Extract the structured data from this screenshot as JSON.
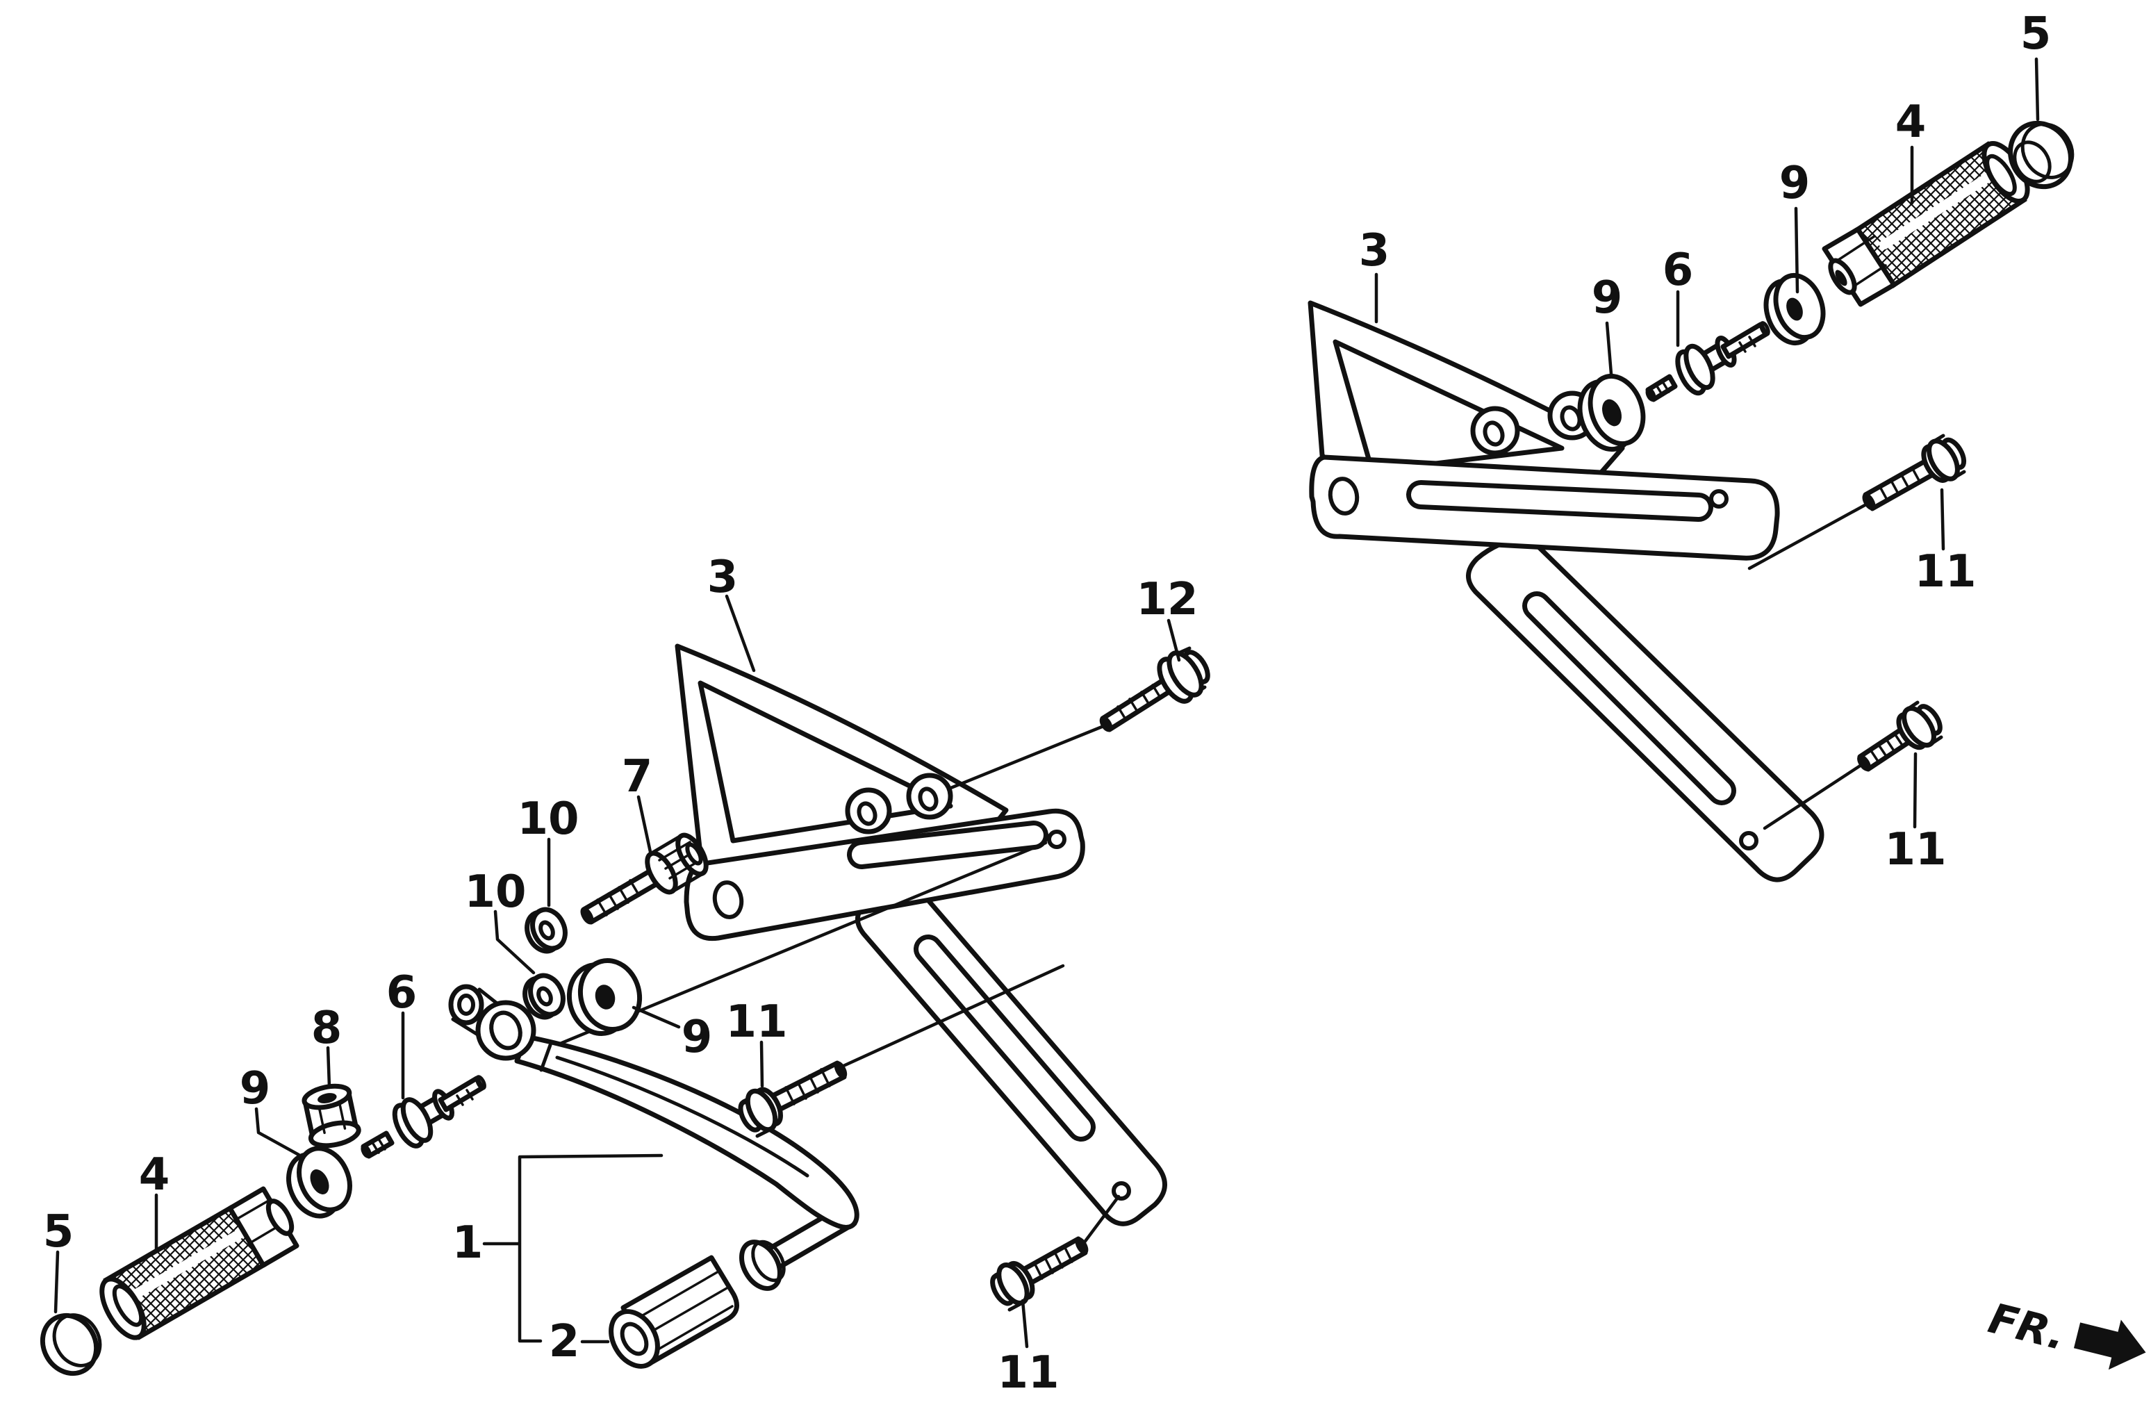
{
  "colors": {
    "paper": "#ffffff",
    "ink": "#111111"
  },
  "callouts": [
    {
      "id": "right-cap",
      "text": "5"
    },
    {
      "id": "right-footpeg",
      "text": "4"
    },
    {
      "id": "right-washer-outer",
      "text": "9"
    },
    {
      "id": "right-joint-bolt",
      "text": "6"
    },
    {
      "id": "right-washer-inner",
      "text": "9"
    },
    {
      "id": "right-bracket",
      "text": "3"
    },
    {
      "id": "right-bolt-upper",
      "text": "11"
    },
    {
      "id": "right-bolt-lower",
      "text": "11"
    },
    {
      "id": "left-bracket",
      "text": "3"
    },
    {
      "id": "left-bolt-12",
      "text": "12"
    },
    {
      "id": "left-bolt-7",
      "text": "7"
    },
    {
      "id": "left-washer-10-upper",
      "text": "10"
    },
    {
      "id": "left-washer-10-lower",
      "text": "10"
    },
    {
      "id": "left-joint-bolt",
      "text": "6"
    },
    {
      "id": "left-nut",
      "text": "8"
    },
    {
      "id": "left-washer-9",
      "text": "9"
    },
    {
      "id": "left-footpeg",
      "text": "4"
    },
    {
      "id": "left-cap",
      "text": "5"
    },
    {
      "id": "pedal-washer-9",
      "text": "9"
    },
    {
      "id": "left-bolt-11-mid",
      "text": "11"
    },
    {
      "id": "left-bolt-11-bottom",
      "text": "11"
    },
    {
      "id": "pedal-assembly",
      "text": "1"
    },
    {
      "id": "pedal-rubber",
      "text": "2"
    }
  ],
  "direction_indicator": {
    "label": "FR."
  }
}
